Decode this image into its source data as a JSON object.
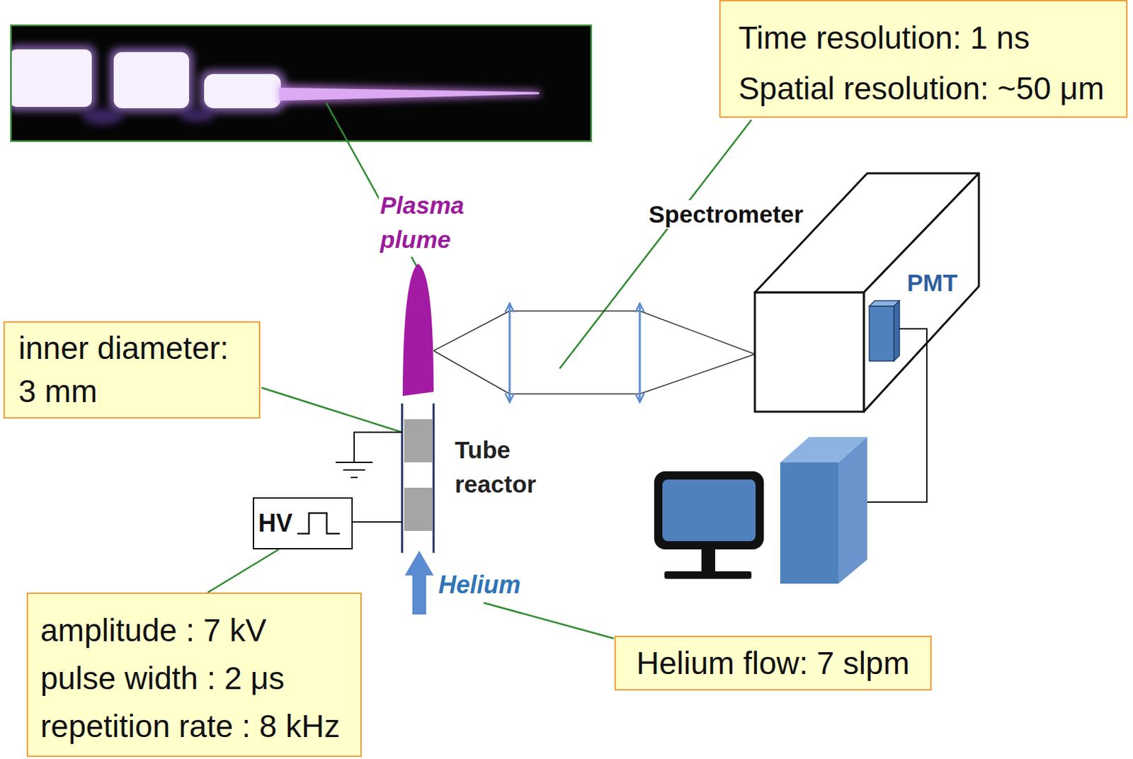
{
  "diagram": {
    "nodes": [
      {
        "text": [
          "Time resolution: 1 ns",
          "Spatial resolution: ~50 μm"
        ]
      },
      {
        "text": [
          "inner diameter: 3 mm"
        ]
      },
      {
        "text": [
          "HV"
        ]
      },
      {
        "text": [
          "amplitude : 7 kV",
          "pulse width : 2 μs",
          "repetition rate : 8 kHz"
        ]
      },
      {
        "text": [
          "Helium flow: 7 slpm"
        ]
      }
    ],
    "edges": [
      {
        "from": 3,
        "to": 2,
        "arrow": "none"
      }
    ],
    "labels": [
      "Plasma plume",
      "Spectrometer",
      "PMT",
      "Tube reactor",
      "Helium"
    ]
  }
}
